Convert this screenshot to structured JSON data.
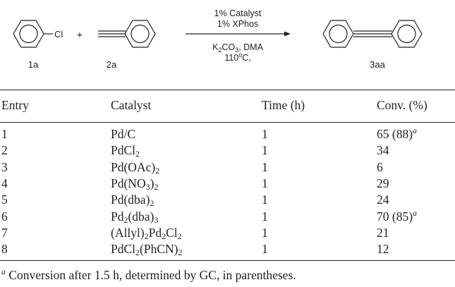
{
  "scheme": {
    "conditions_above": [
      "1% Catalyst",
      "1% XPhos"
    ],
    "conditions_below": [
      "K",
      "2",
      "CO",
      "3",
      ", DMA",
      "110",
      "o",
      "C,"
    ],
    "plus": "+",
    "substituent": "Cl",
    "labels": {
      "reactant1": "1a",
      "reactant2": "2a",
      "product": "3aa"
    }
  },
  "table": {
    "headers": [
      "Entry",
      "Catalyst",
      "Time (h)",
      "Conv. (%)"
    ],
    "rows": [
      {
        "entry": "1",
        "catalyst": "Pd/C",
        "time": "1",
        "conv": "65 (88)",
        "note": "a"
      },
      {
        "entry": "2",
        "catalyst": "PdCl",
        "cat_sub": "2",
        "time": "1",
        "conv": "34"
      },
      {
        "entry": "3",
        "catalyst": "Pd(OAc)",
        "cat_sub": "2",
        "time": "1",
        "conv": "6"
      },
      {
        "entry": "4",
        "catalyst": "Pd(NO",
        "cat_sub": "3",
        "cat_tail": ")",
        "cat_sub2": "2",
        "time": "1",
        "conv": "29"
      },
      {
        "entry": "5",
        "catalyst": "Pd(dba)",
        "cat_sub": "2",
        "time": "1",
        "conv": "24"
      },
      {
        "entry": "6",
        "catalyst": "Pd",
        "cat_sub": "2",
        "cat_tail": "(dba)",
        "cat_sub2": "3",
        "time": "1",
        "conv": "70 (85)",
        "note": "a"
      },
      {
        "entry": "7",
        "catalyst": "(Allyl)",
        "cat_sub": "2",
        "cat_tail": "Pd",
        "cat_sub2": "2",
        "cat_tail2": "Cl",
        "cat_sub3": "2",
        "time": "1",
        "conv": "21"
      },
      {
        "entry": "8",
        "catalyst": "PdCl",
        "cat_sub": "2",
        "cat_tail": "(PhCN)",
        "cat_sub2": "2",
        "time": "1",
        "conv": "12"
      }
    ]
  },
  "footnote": {
    "mark": "a",
    "text": " Conversion after 1.5 h, determined by GC, in parentheses."
  }
}
